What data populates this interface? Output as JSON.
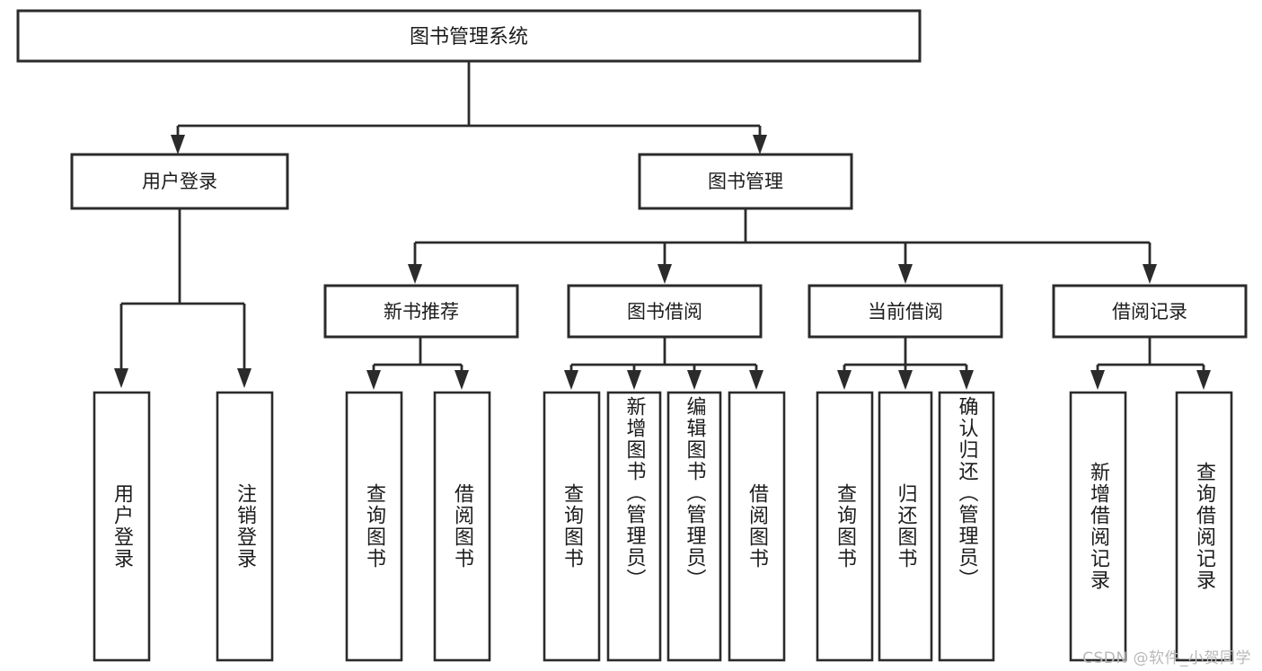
{
  "diagram": {
    "title": "图书管理系统",
    "type": "tree-hierarchy-chart",
    "watermark": "CSDN @软件_小贺同学",
    "colors": {
      "box_stroke": "#2b2b2b",
      "box_fill": "#ffffff",
      "connector": "#2b2b2b",
      "text": "#1c1c1c",
      "watermark": "#b9b9b9",
      "background": "#ffffff"
    },
    "root": {
      "id": "root",
      "label": "图书管理系统"
    },
    "level2": [
      {
        "id": "user-login",
        "label": "用户登录"
      },
      {
        "id": "book-management",
        "label": "图书管理"
      }
    ],
    "level3": [
      {
        "id": "new-book-recommend",
        "label": "新书推荐",
        "parent": "book-management"
      },
      {
        "id": "book-borrow",
        "label": "图书借阅",
        "parent": "book-management"
      },
      {
        "id": "current-borrow",
        "label": "当前借阅",
        "parent": "book-management"
      },
      {
        "id": "borrow-record",
        "label": "借阅记录",
        "parent": "book-management"
      }
    ],
    "leaves": {
      "user-login": [
        {
          "id": "leaf-user-login",
          "label": "用户登录"
        },
        {
          "id": "leaf-user-logout",
          "label": "注销登录"
        }
      ],
      "new-book-recommend": [
        {
          "id": "leaf-query-book-1",
          "label": "查询图书"
        },
        {
          "id": "leaf-borrow-book-1",
          "label": "借阅图书"
        }
      ],
      "book-borrow": [
        {
          "id": "leaf-query-book-2",
          "label": "查询图书"
        },
        {
          "id": "leaf-add-book",
          "label": "新增图书（管理员）"
        },
        {
          "id": "leaf-edit-book",
          "label": "编辑图书（管理员）"
        },
        {
          "id": "leaf-borrow-book-2",
          "label": "借阅图书"
        }
      ],
      "current-borrow": [
        {
          "id": "leaf-query-book-3",
          "label": "查询图书"
        },
        {
          "id": "leaf-return-book",
          "label": "归还图书"
        },
        {
          "id": "leaf-confirm-return",
          "label": "确认归还（管理员）"
        }
      ],
      "borrow-record": [
        {
          "id": "leaf-add-record",
          "label": "新增借阅记录"
        },
        {
          "id": "leaf-query-record",
          "label": "查询借阅记录"
        }
      ]
    }
  }
}
